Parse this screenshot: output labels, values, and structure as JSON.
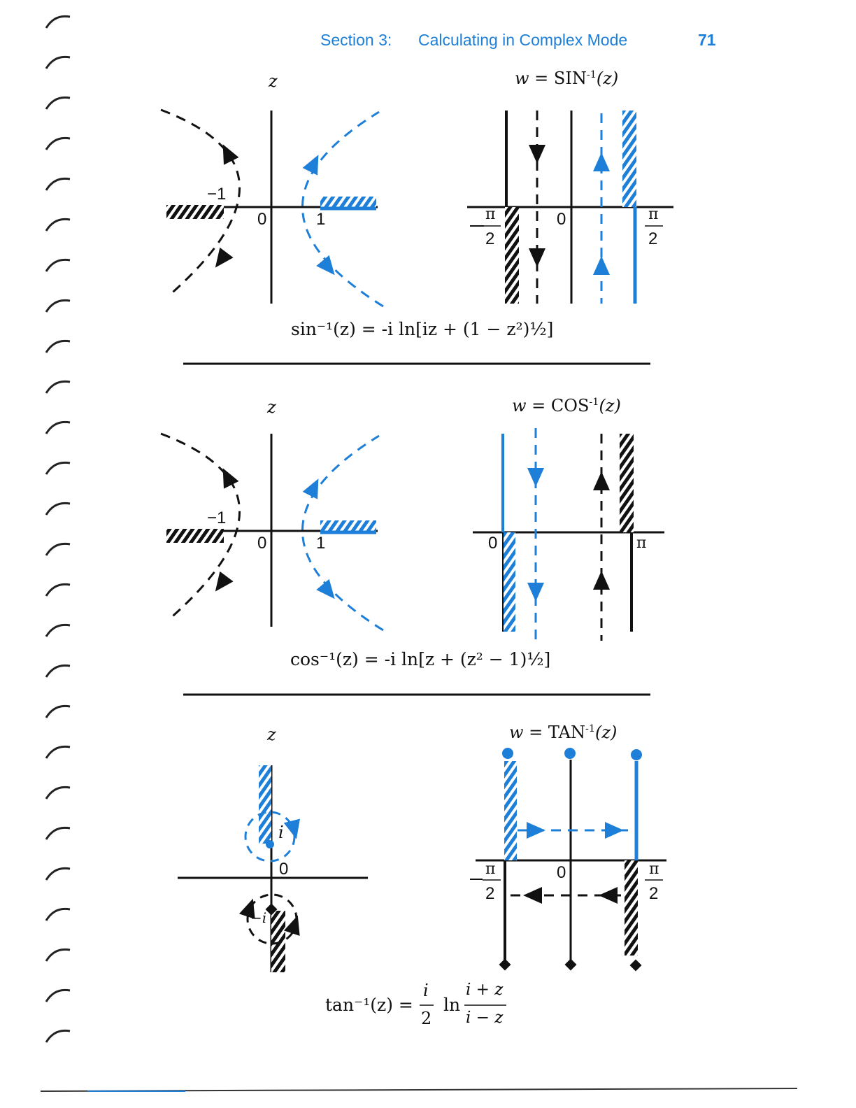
{
  "header": {
    "section": "Section 3:",
    "title": "Calculating in Complex Mode",
    "page_number": "71"
  },
  "colors": {
    "accent_blue": "#1e7fd8",
    "ink": "#111111"
  },
  "panels": [
    {
      "z_label": "z",
      "w_label": "w = SIN",
      "w_arg": "(z)",
      "z_axis_labels": [
        "−1",
        "0",
        "1"
      ],
      "w_axis_labels": [
        "0",
        "−",
        "π",
        "2",
        "π",
        "2"
      ],
      "formula": "sin⁻¹(z) = -i ln[iz + (1 − z²)½]"
    },
    {
      "z_label": "z",
      "w_label": "w = COS",
      "w_arg": "(z)",
      "z_axis_labels": [
        "−1",
        "0",
        "1"
      ],
      "w_axis_labels": [
        "0",
        "π"
      ],
      "formula": "cos⁻¹(z) = -i ln[z + (z² − 1)½]"
    },
    {
      "z_label": "z",
      "w_label": "w = TAN",
      "w_arg": "(z)",
      "z_axis_labels": [
        "i",
        "0",
        "−i"
      ],
      "w_axis_labels": [
        "0",
        "−",
        "π",
        "2",
        "π",
        "2"
      ],
      "formula_lhs": "tan⁻¹(z) =",
      "formula_frac_num": "i",
      "formula_frac_den": "2",
      "formula_ln": "ln",
      "formula_ln_num": "i + z",
      "formula_ln_den": "i − z"
    }
  ],
  "superscript": "-1"
}
